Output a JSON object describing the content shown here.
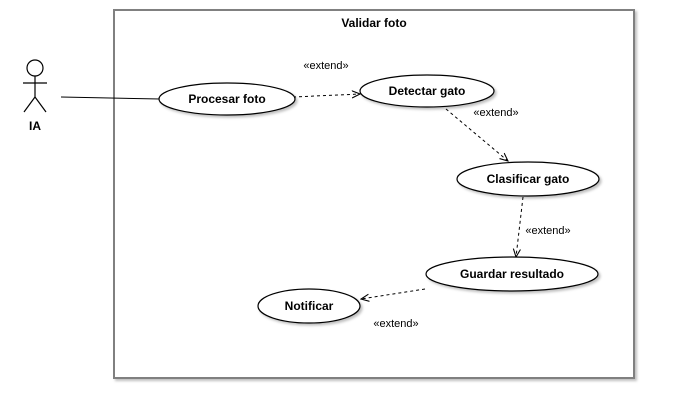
{
  "system": {
    "title": "Validar foto"
  },
  "actor": {
    "name": "IA"
  },
  "use_cases": {
    "procesar_foto": "Procesar foto",
    "detectar_gato": "Detectar gato",
    "clasificar_gato": "Clasificar gato",
    "guardar_resultado": "Guardar resultado",
    "notificar": "Notificar"
  },
  "relations": [
    {
      "from": "Procesar foto",
      "to": "Detectar gato",
      "label": "«extend»"
    },
    {
      "from": "Detectar gato",
      "to": "Clasificar gato",
      "label": "«extend»"
    },
    {
      "from": "Clasificar gato",
      "to": "Guardar resultado",
      "label": "«extend»"
    },
    {
      "from": "Guardar resultado",
      "to": "Notificar",
      "label": "«extend»"
    }
  ],
  "association": {
    "from": "IA",
    "to": "Procesar foto"
  }
}
